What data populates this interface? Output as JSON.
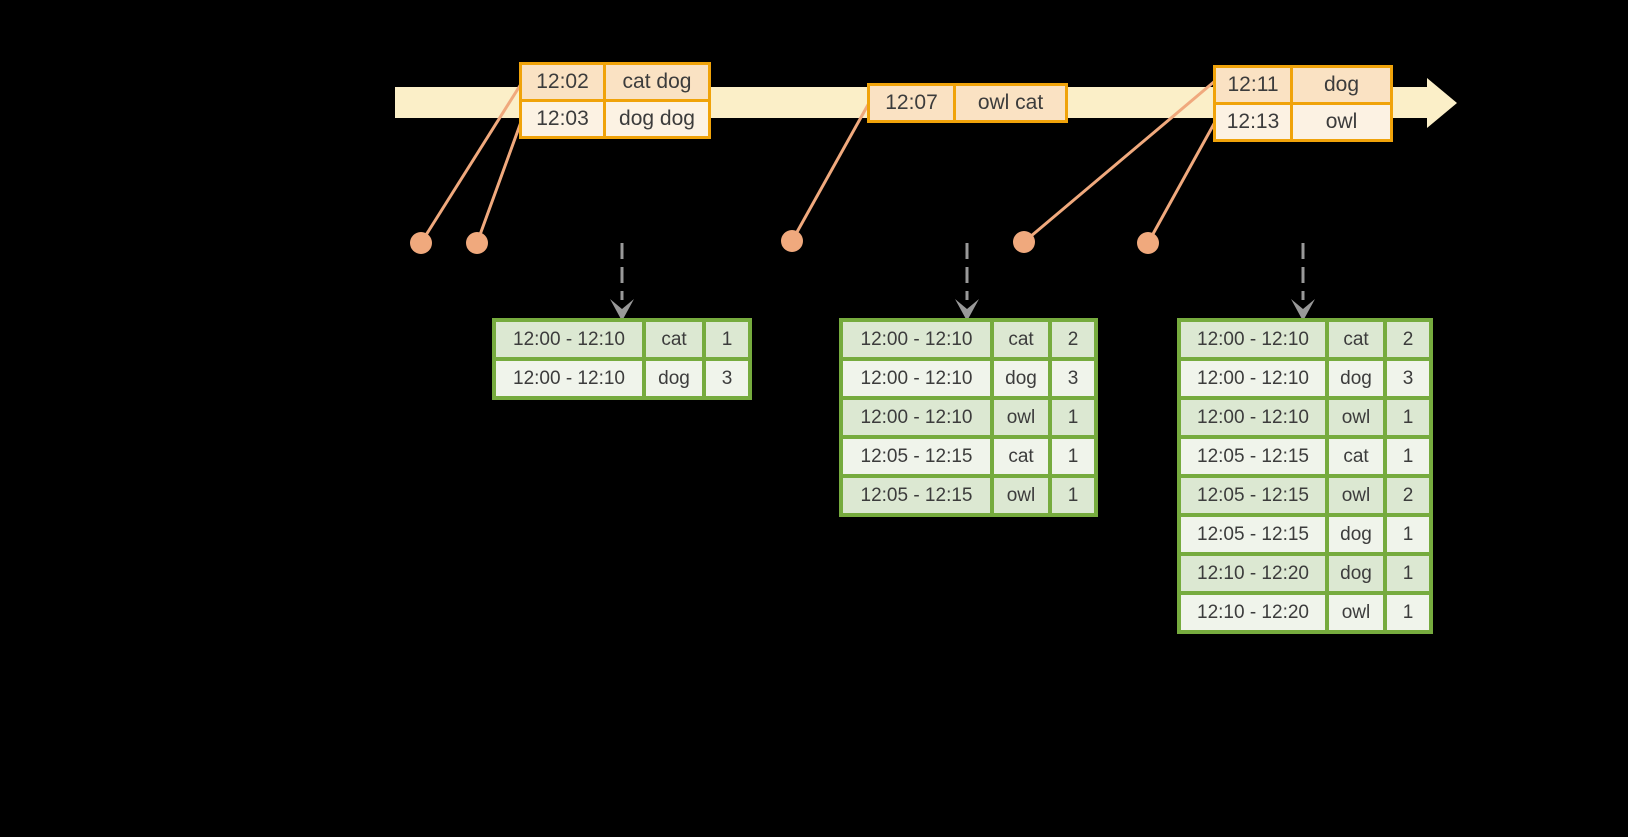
{
  "colors": {
    "background": "#000000",
    "timeline_fill": "#FBEFC8",
    "input_border": "#F0A30A",
    "input_cell_dark": "#FAE2C3",
    "input_cell_light": "#FCF2E3",
    "connector": "#F0A97D",
    "dashed_arrow": "#999999",
    "result_border": "#76AB3E",
    "result_cell_dark": "#DCE8D2",
    "result_cell_light": "#F0F4EB",
    "cell_text": "#3C3C3C"
  },
  "input_tables": [
    {
      "rows": [
        [
          "12:02",
          "cat dog"
        ],
        [
          "12:03",
          "dog dog"
        ]
      ]
    },
    {
      "rows": [
        [
          "12:07",
          "owl cat"
        ]
      ]
    },
    {
      "rows": [
        [
          "12:11",
          "dog"
        ],
        [
          "12:13",
          "owl"
        ]
      ]
    }
  ],
  "result_tables": [
    {
      "rows": [
        [
          "12:00 - 12:10",
          "cat",
          "1"
        ],
        [
          "12:00 - 12:10",
          "dog",
          "3"
        ]
      ]
    },
    {
      "rows": [
        [
          "12:00 - 12:10",
          "cat",
          "2"
        ],
        [
          "12:00 - 12:10",
          "dog",
          "3"
        ],
        [
          "12:00 - 12:10",
          "owl",
          "1"
        ],
        [
          "12:05 - 12:15",
          "cat",
          "1"
        ],
        [
          "12:05 - 12:15",
          "owl",
          "1"
        ]
      ]
    },
    {
      "rows": [
        [
          "12:00 - 12:10",
          "cat",
          "2"
        ],
        [
          "12:00 - 12:10",
          "dog",
          "3"
        ],
        [
          "12:00 - 12:10",
          "owl",
          "1"
        ],
        [
          "12:05 - 12:15",
          "cat",
          "1"
        ],
        [
          "12:05 - 12:15",
          "owl",
          "2"
        ],
        [
          "12:05 - 12:15",
          "dog",
          "1"
        ],
        [
          "12:10 - 12:20",
          "dog",
          "1"
        ],
        [
          "12:10 - 12:20",
          "owl",
          "1"
        ]
      ]
    }
  ]
}
